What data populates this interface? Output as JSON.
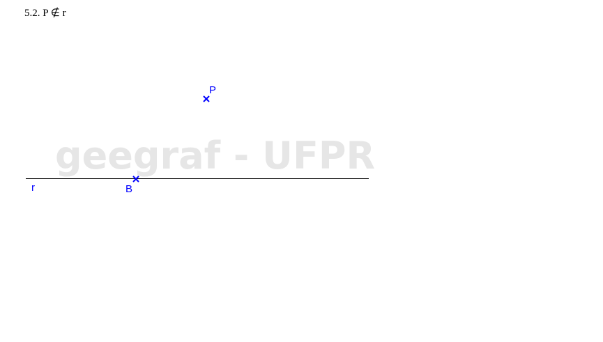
{
  "heading": {
    "number": "5.2.",
    "statement": "P ∉ r"
  },
  "watermark": {
    "text": "geegraf - UFPR",
    "color": "#e6e6e6"
  },
  "line": {
    "label": "r",
    "color": "#000000"
  },
  "points": [
    {
      "id": "P",
      "label": "P"
    },
    {
      "id": "B",
      "label": "B"
    }
  ],
  "colors": {
    "point": "#0000ff",
    "label": "#0000ff"
  }
}
